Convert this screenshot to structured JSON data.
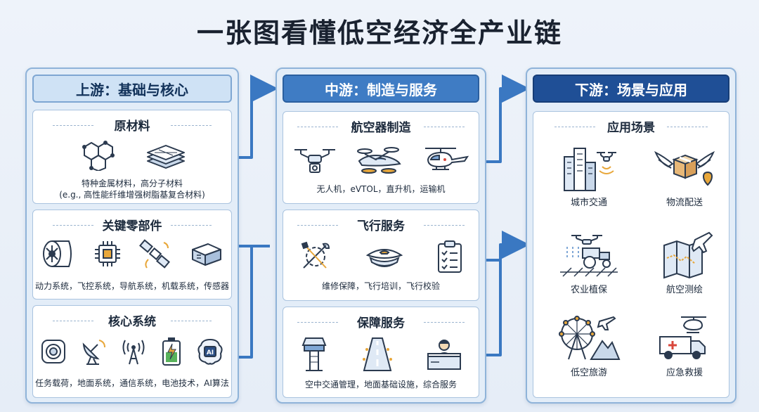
{
  "title": "一张图看懂低空经济全产业链",
  "colors": {
    "light_blue": "#cfe2f5",
    "mid_blue": "#3f7cc4",
    "dark_blue": "#1f4f96",
    "arrow": "#3a78c2"
  },
  "upstream": {
    "header": "上游：基础与核心",
    "raw_materials": {
      "title": "原材料",
      "icons": [
        "molecule-icon",
        "layered-material-icon"
      ],
      "caption_line1": "特种金属材料，高分子材料",
      "caption_line2": "(e.g., 高性能纤维增强树脂基复合材料)"
    },
    "key_components": {
      "title": "关键零部件",
      "icons": [
        "turbine-engine-icon",
        "chip-icon",
        "satellite-icon",
        "module-box-icon"
      ],
      "caption": "动力系统，飞控系统，导航系统，机载系统，传感器"
    },
    "core_systems": {
      "title": "核心系统",
      "icons": [
        "camera-icon",
        "satellite-dish-icon",
        "antenna-signal-icon",
        "battery-icon",
        "ai-brain-icon"
      ],
      "caption": "任务载荷，地面系统，通信系统，电池技术，AI算法"
    }
  },
  "midstream": {
    "header": "中游：制造与服务",
    "manufacturing": {
      "title": "航空器制造",
      "icons": [
        "drone-icon",
        "evtol-icon",
        "helicopter-icon"
      ],
      "caption": "无人机，eVTOL，直升机，运输机"
    },
    "flight_services": {
      "title": "飞行服务",
      "icons": [
        "repair-tools-icon",
        "pilot-cap-icon",
        "checklist-icon"
      ],
      "caption": "维修保障，飞行培训，飞行校验"
    },
    "support_services": {
      "title": "保障服务",
      "icons": [
        "control-tower-icon",
        "runway-icon",
        "service-desk-icon"
      ],
      "caption": "空中交通管理，地面基础设施，综合服务"
    }
  },
  "downstream": {
    "header": "下游：场景与应用",
    "scenes_title": "应用场景",
    "scenes": [
      {
        "label": "城市交通",
        "icon": "city-drone-icon"
      },
      {
        "label": "物流配送",
        "icon": "winged-package-icon"
      },
      {
        "label": "农业植保",
        "icon": "tractor-icon"
      },
      {
        "label": "航空测绘",
        "icon": "map-plane-icon"
      },
      {
        "label": "低空旅游",
        "icon": "ferris-wheel-icon"
      },
      {
        "label": "应急救援",
        "icon": "ambulance-helicopter-icon"
      }
    ]
  }
}
